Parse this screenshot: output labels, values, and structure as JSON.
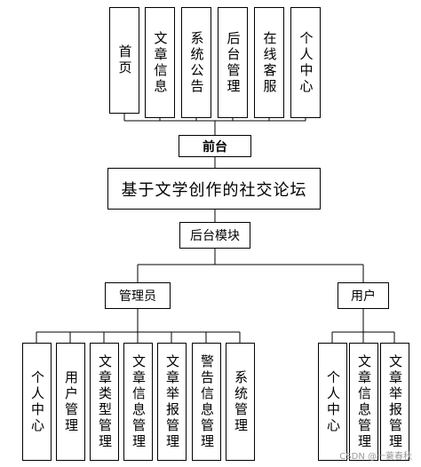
{
  "title": "基于文学创作的社交论坛",
  "front": {
    "label": "前台",
    "modules": [
      "首页",
      "文章信息",
      "系统公告",
      "后台管理",
      "在线客服",
      "个人中心"
    ]
  },
  "back": {
    "label": "后台模块",
    "admin": {
      "label": "管理员",
      "modules": [
        "个人中心",
        "用户管理",
        "文章类型管理",
        "文章信息管理",
        "文章举报管理",
        "警告信息管理",
        "系统管理"
      ]
    },
    "user": {
      "label": "用户",
      "modules": [
        "个人中心",
        "文章信息管理",
        "文章举报管理"
      ]
    }
  },
  "watermark": "CSDN @一蓑春秋"
}
